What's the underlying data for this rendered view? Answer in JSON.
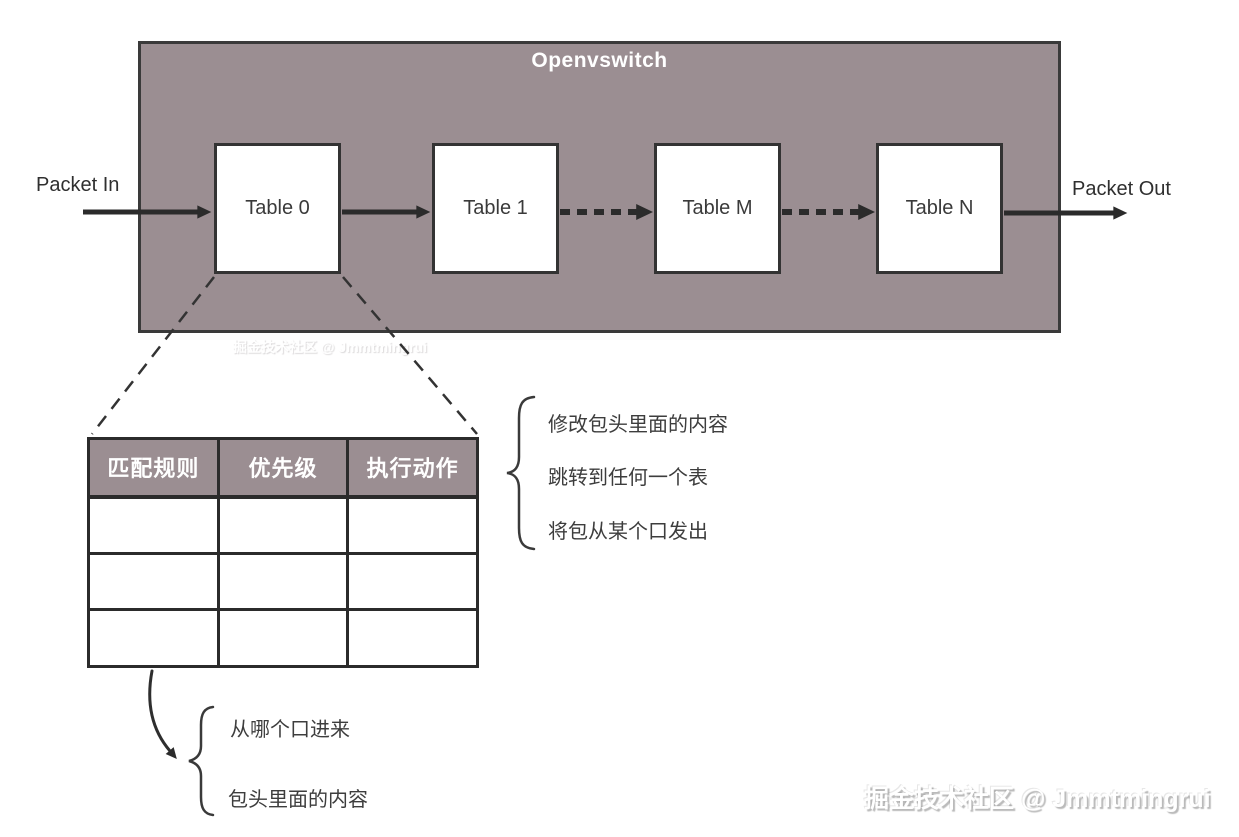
{
  "pipeline": {
    "title": "Openvswitch",
    "packet_in": "Packet In",
    "packet_out": "Packet Out",
    "tables": [
      {
        "label": "Table 0"
      },
      {
        "label": "Table 1"
      },
      {
        "label": "Table M"
      },
      {
        "label": "Table N"
      }
    ],
    "connectors": [
      {
        "from": "packet-in",
        "to": "table-0",
        "style": "solid-arrow"
      },
      {
        "from": "table-0",
        "to": "table-1",
        "style": "solid-arrow"
      },
      {
        "from": "table-1",
        "to": "table-m",
        "style": "dashed-arrow"
      },
      {
        "from": "table-m",
        "to": "table-n",
        "style": "dashed-arrow"
      },
      {
        "from": "table-n",
        "to": "packet-out",
        "style": "solid-arrow"
      }
    ]
  },
  "flow_table": {
    "headers": [
      "匹配规则",
      "优先级",
      "执行动作"
    ],
    "rows": [
      [
        "",
        "",
        ""
      ],
      [
        "",
        "",
        ""
      ],
      [
        "",
        "",
        ""
      ]
    ]
  },
  "action_notes": [
    "修改包头里面的内容",
    "跳转到任何一个表",
    "将包从某个口发出"
  ],
  "match_notes": [
    "从哪个口进来",
    "包头里面的内容"
  ],
  "watermark": "掘金技术社区 @ Jmmtmingrui",
  "colors": {
    "panel_bg": "#9b8e92",
    "panel_border": "#3a3a3a",
    "box_bg": "#ffffff",
    "box_border": "#333333",
    "table_header_bg": "#9b8e92",
    "table_header_text": "#ffffff",
    "table_border": "#2b2b2b",
    "arrow": "#2b2b2b",
    "text": "#3d3d3d"
  }
}
